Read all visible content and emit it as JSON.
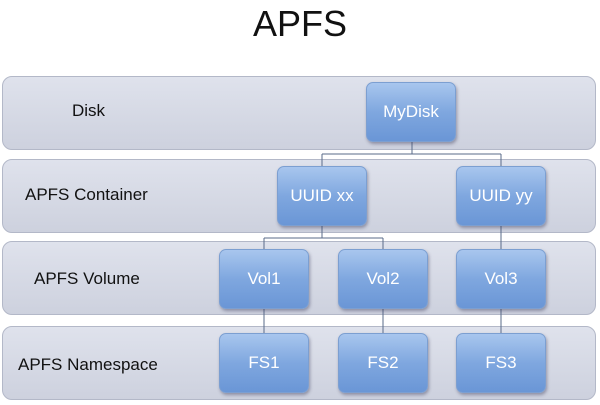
{
  "title": "APFS",
  "layers": [
    {
      "label": "Disk"
    },
    {
      "label": "APFS Container"
    },
    {
      "label": "APFS Volume"
    },
    {
      "label": "APFS Namespace"
    }
  ],
  "nodes": {
    "disk": "MyDisk",
    "container_xx": "UUID xx",
    "container_yy": "UUID yy",
    "vol1": "Vol1",
    "vol2": "Vol2",
    "vol3": "Vol3",
    "fs1": "FS1",
    "fs2": "FS2",
    "fs3": "FS3"
  },
  "edges": [
    [
      "disk",
      "container_xx"
    ],
    [
      "disk",
      "container_yy"
    ],
    [
      "container_xx",
      "vol1"
    ],
    [
      "container_xx",
      "vol2"
    ],
    [
      "container_yy",
      "vol3"
    ],
    [
      "vol1",
      "fs1"
    ],
    [
      "vol2",
      "fs2"
    ],
    [
      "vol3",
      "fs3"
    ]
  ]
}
